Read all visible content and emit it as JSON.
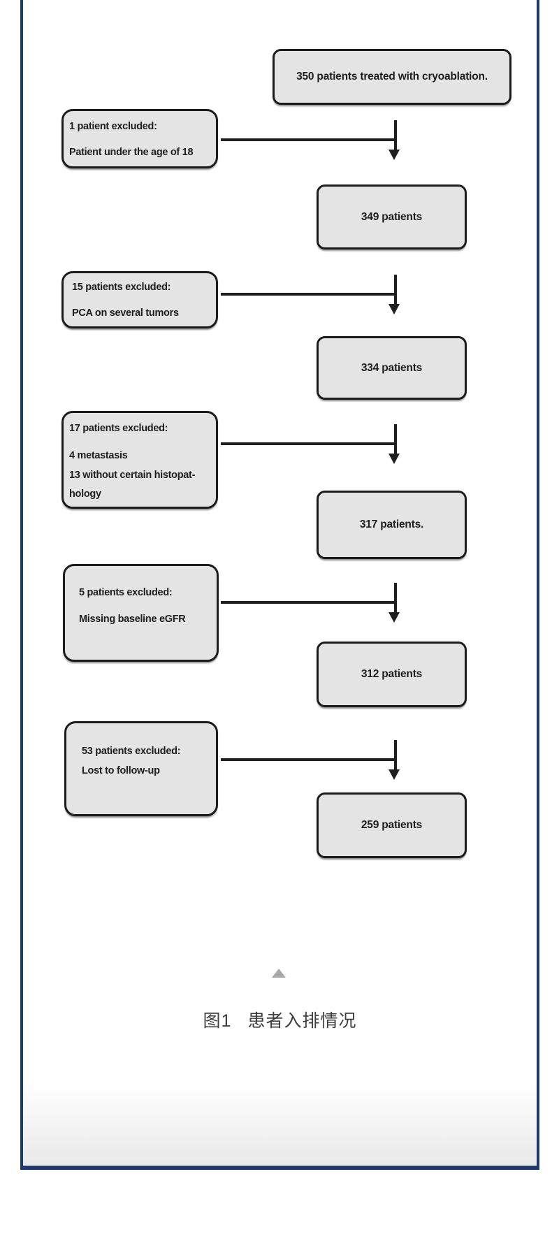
{
  "flow": {
    "start": "350 patients treated with cryoablation.",
    "steps": [
      {
        "excluded": [
          "1 patient excluded:",
          "Patient under the age of 18"
        ],
        "result": "349 patients"
      },
      {
        "excluded": [
          "15 patients excluded:",
          "PCA on several tumors"
        ],
        "result": "334 patients"
      },
      {
        "excluded": [
          "17 patients excluded:",
          "4 metastasis",
          "13 without certain histopat-",
          "hology"
        ],
        "result": "317 patients."
      },
      {
        "excluded": [
          "5 patients excluded:",
          "Missing baseline eGFR"
        ],
        "result": "312 patients"
      },
      {
        "excluded": [
          "53 patients excluded:",
          "Lost to follow-up"
        ],
        "result": "259 patients"
      }
    ]
  },
  "caption": {
    "figure_label": "图1",
    "figure_title": "患者入排情况"
  },
  "icons": {
    "collapse_icon": "triangle-up-icon"
  },
  "colors": {
    "panel_border": "#1c3a6e",
    "box_fill": "#e4e4e4",
    "box_border": "#1c1c1c",
    "arrow": "#1f1f1f",
    "collapse_icon": "#a9a9a9",
    "caption_text": "#3d3d3d",
    "bottom_gradient_end": "#e9e9e9"
  }
}
